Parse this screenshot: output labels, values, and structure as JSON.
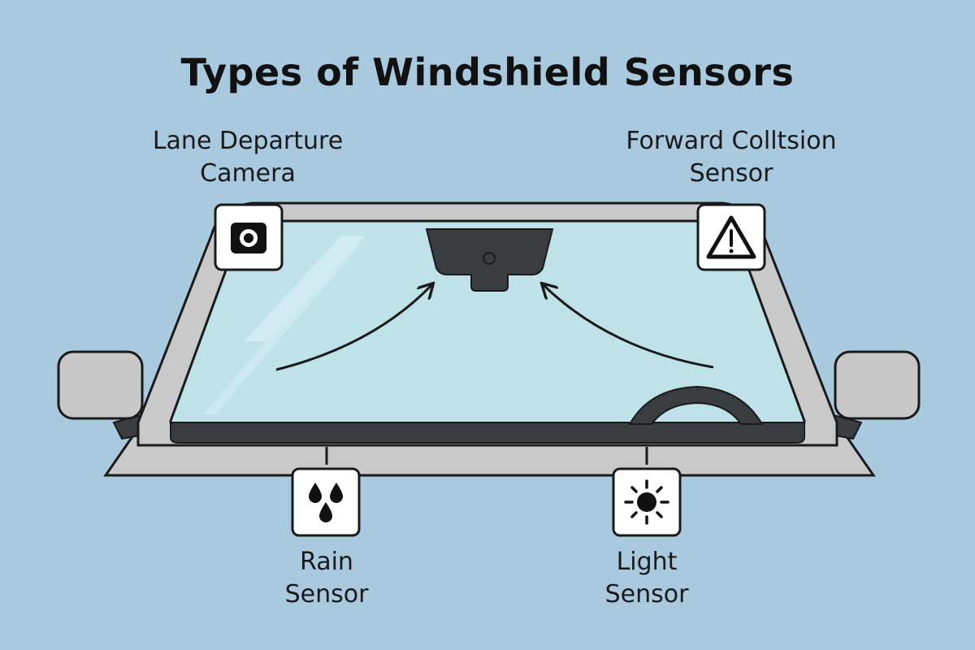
{
  "title": "Types of Windshield Sensors",
  "sensors": [
    {
      "id": "lane",
      "line1": "Lane Departure",
      "line2": "Camera",
      "icon": "camera-icon"
    },
    {
      "id": "collision",
      "line1": "Forward Colltsion",
      "line2": "Sensor",
      "icon": "warning-triangle-icon"
    },
    {
      "id": "rain",
      "line1": "Rain",
      "line2": "Sensor",
      "icon": "raindrops-icon"
    },
    {
      "id": "light",
      "line1": "Light",
      "line2": "Sensor",
      "icon": "sun-icon"
    }
  ],
  "colors": {
    "background": "#a9c9de",
    "glass": "#bfe2e9",
    "frame": "#c9c9c9",
    "outline": "#1a1a1a",
    "module": "#3a3d40",
    "mirror": "#c8c8c8"
  }
}
